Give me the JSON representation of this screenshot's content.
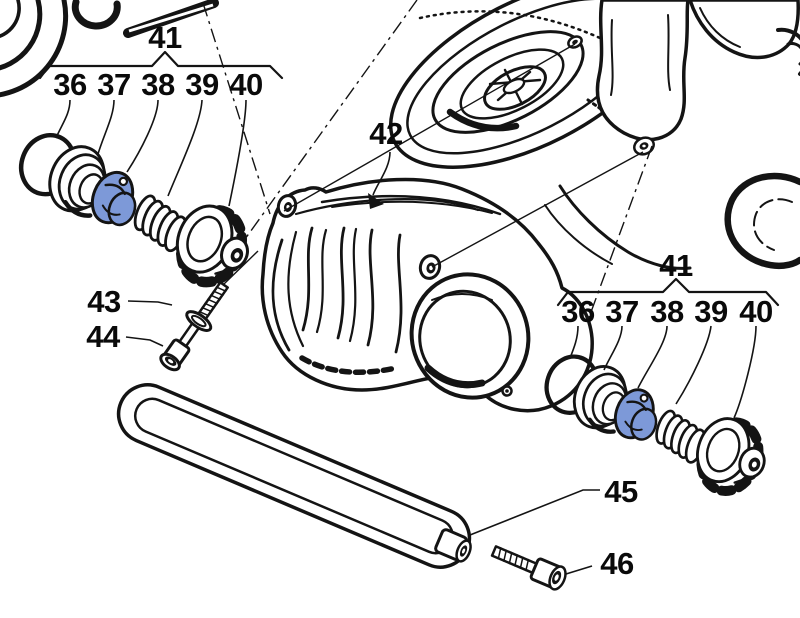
{
  "figure": {
    "kind": "exploded-parts-diagram",
    "background_color": "#ffffff",
    "line_color": "#141414",
    "highlight_color": "#7d99d8",
    "left_group": {
      "label": "41",
      "parts": [
        "36",
        "37",
        "38",
        "39",
        "40"
      ]
    },
    "right_group": {
      "label": "41",
      "parts": [
        "36",
        "37",
        "38",
        "39",
        "40"
      ]
    },
    "standalone_callouts": [
      "42",
      "43",
      "44",
      "45",
      "46"
    ],
    "highlighted_part_number": "38"
  }
}
